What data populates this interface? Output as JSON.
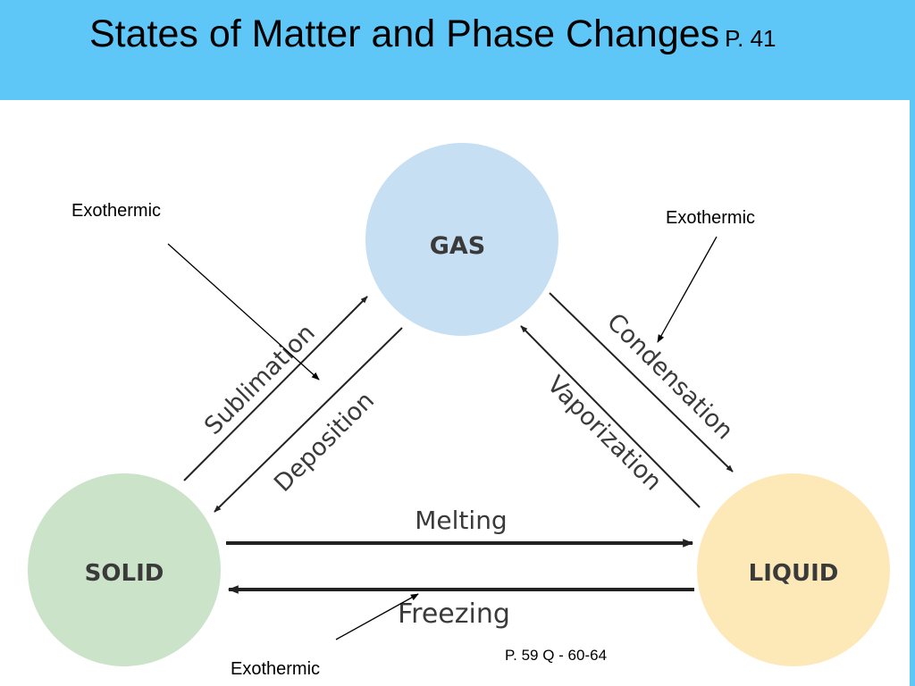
{
  "header": {
    "title": "States of Matter and Phase Changes",
    "page_ref": "P. 41",
    "bg_color": "#5ec7f7"
  },
  "states": {
    "gas": {
      "label": "GAS",
      "color": "#c6dff3"
    },
    "solid": {
      "label": "SOLID",
      "color": "#cbe3c8"
    },
    "liquid": {
      "label": "LIQUID",
      "color": "#fde8b8"
    }
  },
  "processes": {
    "sublimation": "Sublimation",
    "deposition": "Deposition",
    "condensation": "Condensation",
    "vaporization": "Vaporization",
    "melting": "Melting",
    "freezing": "Freezing"
  },
  "annotations": {
    "exo_deposition": "Exothermic",
    "exo_condensation": "Exothermic",
    "exo_freezing": "Exothermic"
  },
  "footer": {
    "reference": "P. 59 Q - 60-64"
  }
}
